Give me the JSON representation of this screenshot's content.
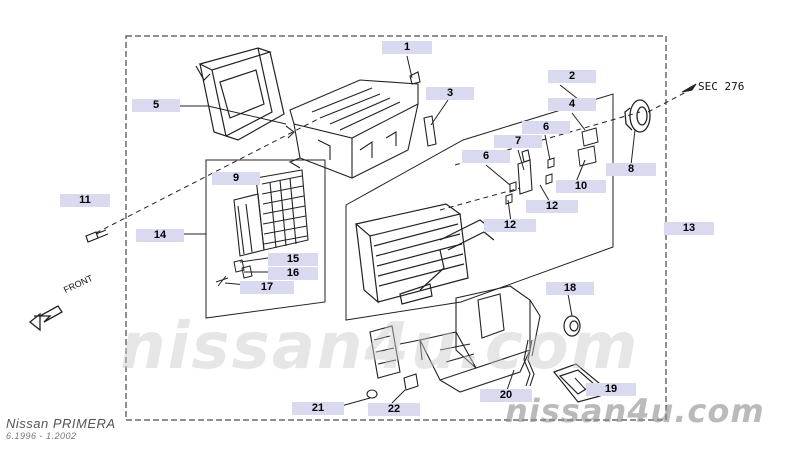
{
  "diagram": {
    "reference": "SEC 276",
    "front_label": "FRONT",
    "model": "Nissan PRIMERA",
    "dates": "6.1996 - 1.2002",
    "watermark_logo": "nissan4u.com",
    "watermark_url": "nissan4u.com",
    "callouts": [
      "1",
      "2",
      "3",
      "4",
      "5",
      "6",
      "6",
      "7",
      "8",
      "9",
      "10",
      "11",
      "12",
      "12",
      "13",
      "14",
      "15",
      "16",
      "17",
      "18",
      "19",
      "20",
      "21",
      "22"
    ]
  },
  "colors": {
    "line": "#222222",
    "callout_bg": "#d9d9f0",
    "watermark": "#cccccc"
  }
}
